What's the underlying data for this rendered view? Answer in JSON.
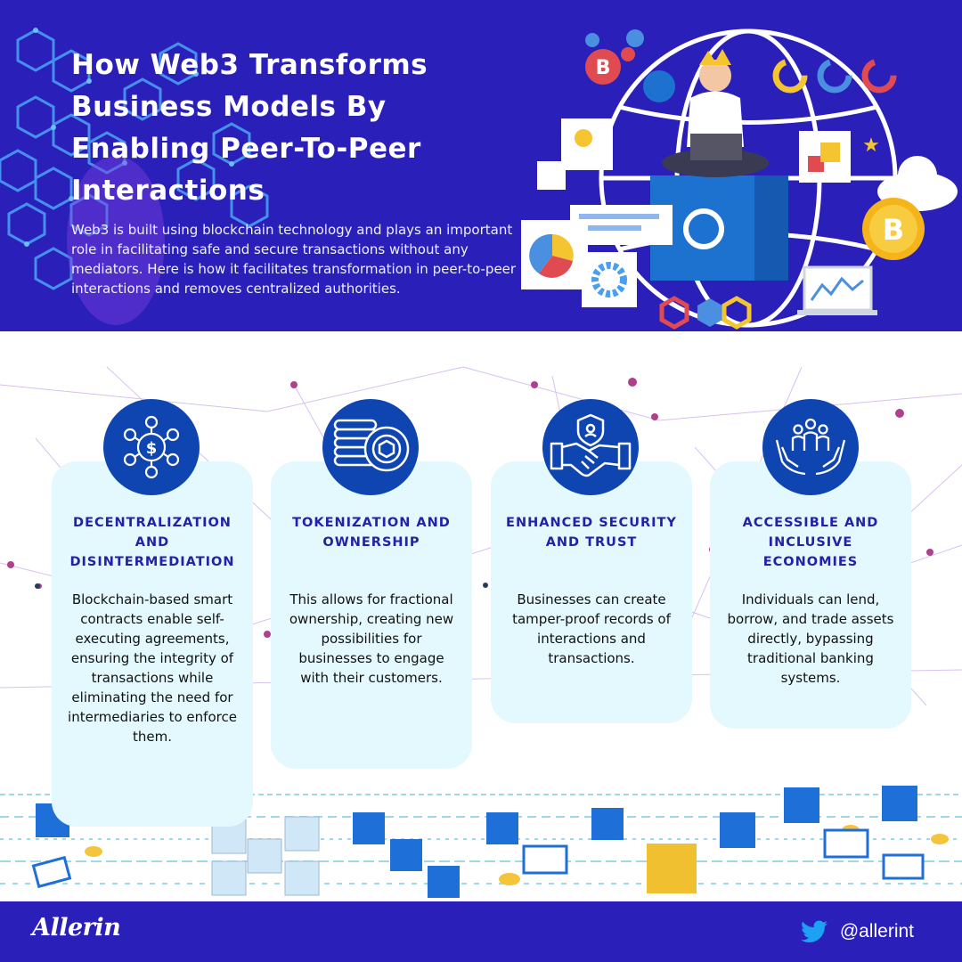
{
  "header": {
    "title": "How Web3 Transforms Business Models By Enabling Peer-To-Peer Interactions",
    "intro": "Web3 is built using blockchain technology and plays an important role in facilitating safe and secure transactions without any mediators. Here is how it facilitates transformation in peer-to-peer interactions and removes centralized authorities."
  },
  "cards": [
    {
      "icon": "dollar-network-icon",
      "title": "DECENTRALIZATION AND DISINTERMEDIATION",
      "body": "Blockchain-based smart contracts enable self-executing agreements, ensuring the integrity of transactions while eliminating the need for intermediaries to enforce them."
    },
    {
      "icon": "coin-stack-icon",
      "title": "TOKENIZATION AND OWNERSHIP",
      "body": "This allows for fractional ownership, creating new possibilities for businesses to engage with their customers."
    },
    {
      "icon": "handshake-shield-icon",
      "title": "ENHANCED SECURITY AND TRUST",
      "body": "Businesses can create tamper-proof records of interactions and transactions."
    },
    {
      "icon": "people-in-hands-icon",
      "title": "ACCESSIBLE AND INCLUSIVE ECONOMIES",
      "body": "Individuals can lend, borrow, and trade assets directly, bypassing traditional banking systems."
    }
  ],
  "footer": {
    "brand": "Allerin",
    "twitter_handle": "@allerint"
  },
  "colors": {
    "header_bg": "#2a1fb8",
    "card_bg": "#e3f9fd",
    "card_title": "#2520a8",
    "icon_circle": "#0e45b0",
    "bitcoin": "#f4b41a"
  }
}
